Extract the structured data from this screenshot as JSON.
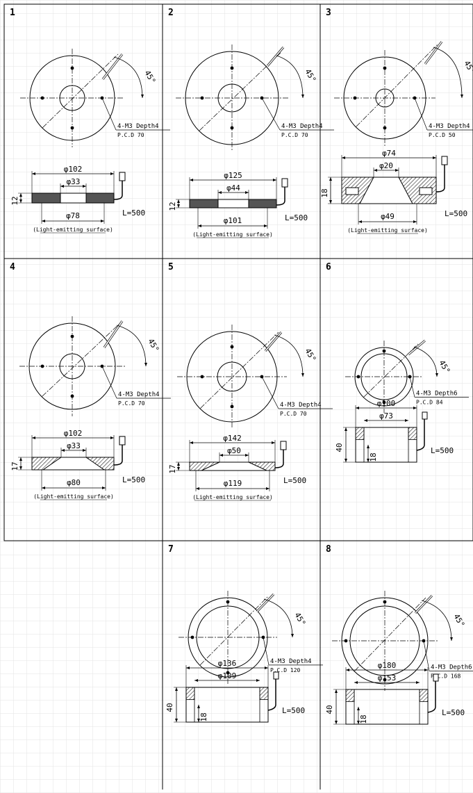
{
  "angle_label": "45°",
  "length_label": "L=500",
  "surface_note": "(Light-emitting surface)",
  "panels": [
    {
      "number": "1",
      "note_main": "4-M3 Depth4",
      "note_pcd": "P.C.D 70",
      "dim_outer": "φ102",
      "dim_inner": "φ33",
      "dim_bottom": "φ78",
      "dim_height": "12",
      "show_surface": true
    },
    {
      "number": "2",
      "note_main": "4-M3 Depth4",
      "note_pcd": "P.C.D 70",
      "dim_outer": "φ125",
      "dim_inner": "φ44",
      "dim_bottom": "φ101",
      "dim_height": "12",
      "show_surface": true
    },
    {
      "number": "3",
      "note_main": "4-M3 Depth4",
      "note_pcd": "P.C.D 50",
      "dim_outer": "φ74",
      "dim_inner": "φ20",
      "dim_bottom": "φ49",
      "dim_height": "18",
      "show_surface": true
    },
    {
      "number": "4",
      "note_main": "4-M3 Depth4",
      "note_pcd": "P.C.D 70",
      "dim_outer": "φ102",
      "dim_inner": "φ33",
      "dim_bottom": "φ80",
      "dim_height": "17",
      "show_surface": true
    },
    {
      "number": "5",
      "note_main": "4-M3 Depth4",
      "note_pcd": "P.C.D 70",
      "dim_outer": "φ142",
      "dim_inner": "φ50",
      "dim_bottom": "φ119",
      "dim_height": "17",
      "show_surface": true
    },
    {
      "number": "6",
      "note_main": "4-M3 Depth6",
      "note_pcd": "P.C.D 84",
      "dim_outer": "φ100",
      "dim_inner": "φ73",
      "dim_height": "40",
      "dim_wall": "18",
      "show_surface": false
    },
    {
      "number": "7",
      "note_main": "4-M3 Depth4",
      "note_pcd": "P.C.D 120",
      "dim_outer": "φ136",
      "dim_inner": "φ109",
      "dim_height": "40",
      "dim_wall": "18",
      "show_surface": false
    },
    {
      "number": "8",
      "note_main": "4-M3 Depth6",
      "note_pcd": "P.C.D 168",
      "dim_outer": "φ180",
      "dim_inner": "φ153",
      "dim_height": "40",
      "dim_wall": "18",
      "show_surface": false
    }
  ]
}
